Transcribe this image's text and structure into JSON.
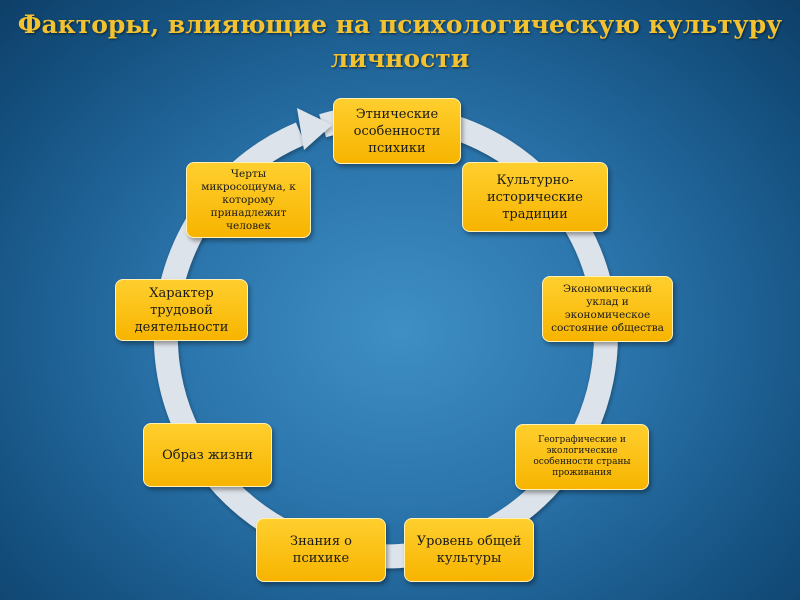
{
  "title": {
    "line1": "Факторы, влияющие на психологическую культуру",
    "line2": "личности"
  },
  "colors": {
    "node_fill": "#f7b400",
    "title_color": "#f3c230",
    "ring_color": "#dde3ea",
    "background": "#2a74ab"
  },
  "nodes": [
    {
      "label": "Этнические особенности психики"
    },
    {
      "label": "Культурно-исторические традиции"
    },
    {
      "label": "Экономический уклад и экономическое состояние общества"
    },
    {
      "label": "Географические и экологические особенности страны проживания"
    },
    {
      "label": "Уровень общей культуры"
    },
    {
      "label": "Знания о психике"
    },
    {
      "label": "Образ жизни"
    },
    {
      "label": "Характер трудовой деятельности"
    },
    {
      "label": "Черты микросоциума, к которому принадлежит человек"
    }
  ]
}
